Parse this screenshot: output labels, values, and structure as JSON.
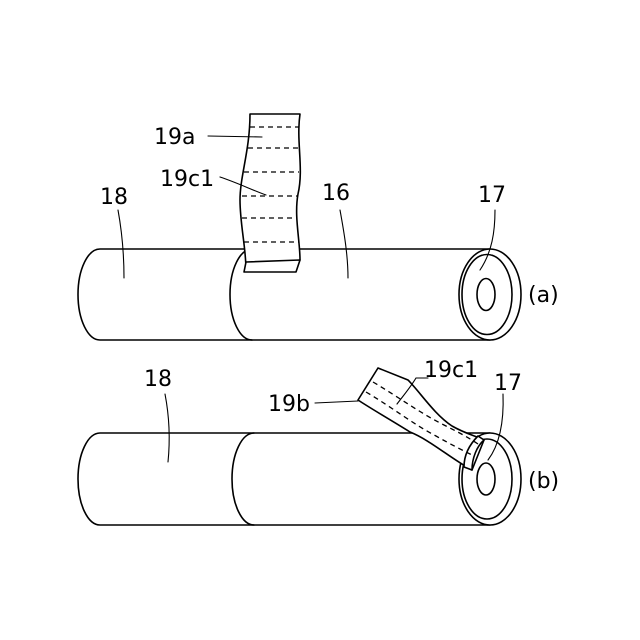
{
  "figure": {
    "panels": [
      {
        "id": "a",
        "caption": "(a)",
        "labels": {
          "pipe_left": "18",
          "pipe_right": "16",
          "end_face": "17",
          "strip": "19a",
          "strip_inner": "19c1"
        }
      },
      {
        "id": "b",
        "caption": "(b)",
        "labels": {
          "pipe_left": "18",
          "end_face": "17",
          "strip_edge": "19b",
          "strip_inner": "19c1"
        }
      }
    ]
  }
}
